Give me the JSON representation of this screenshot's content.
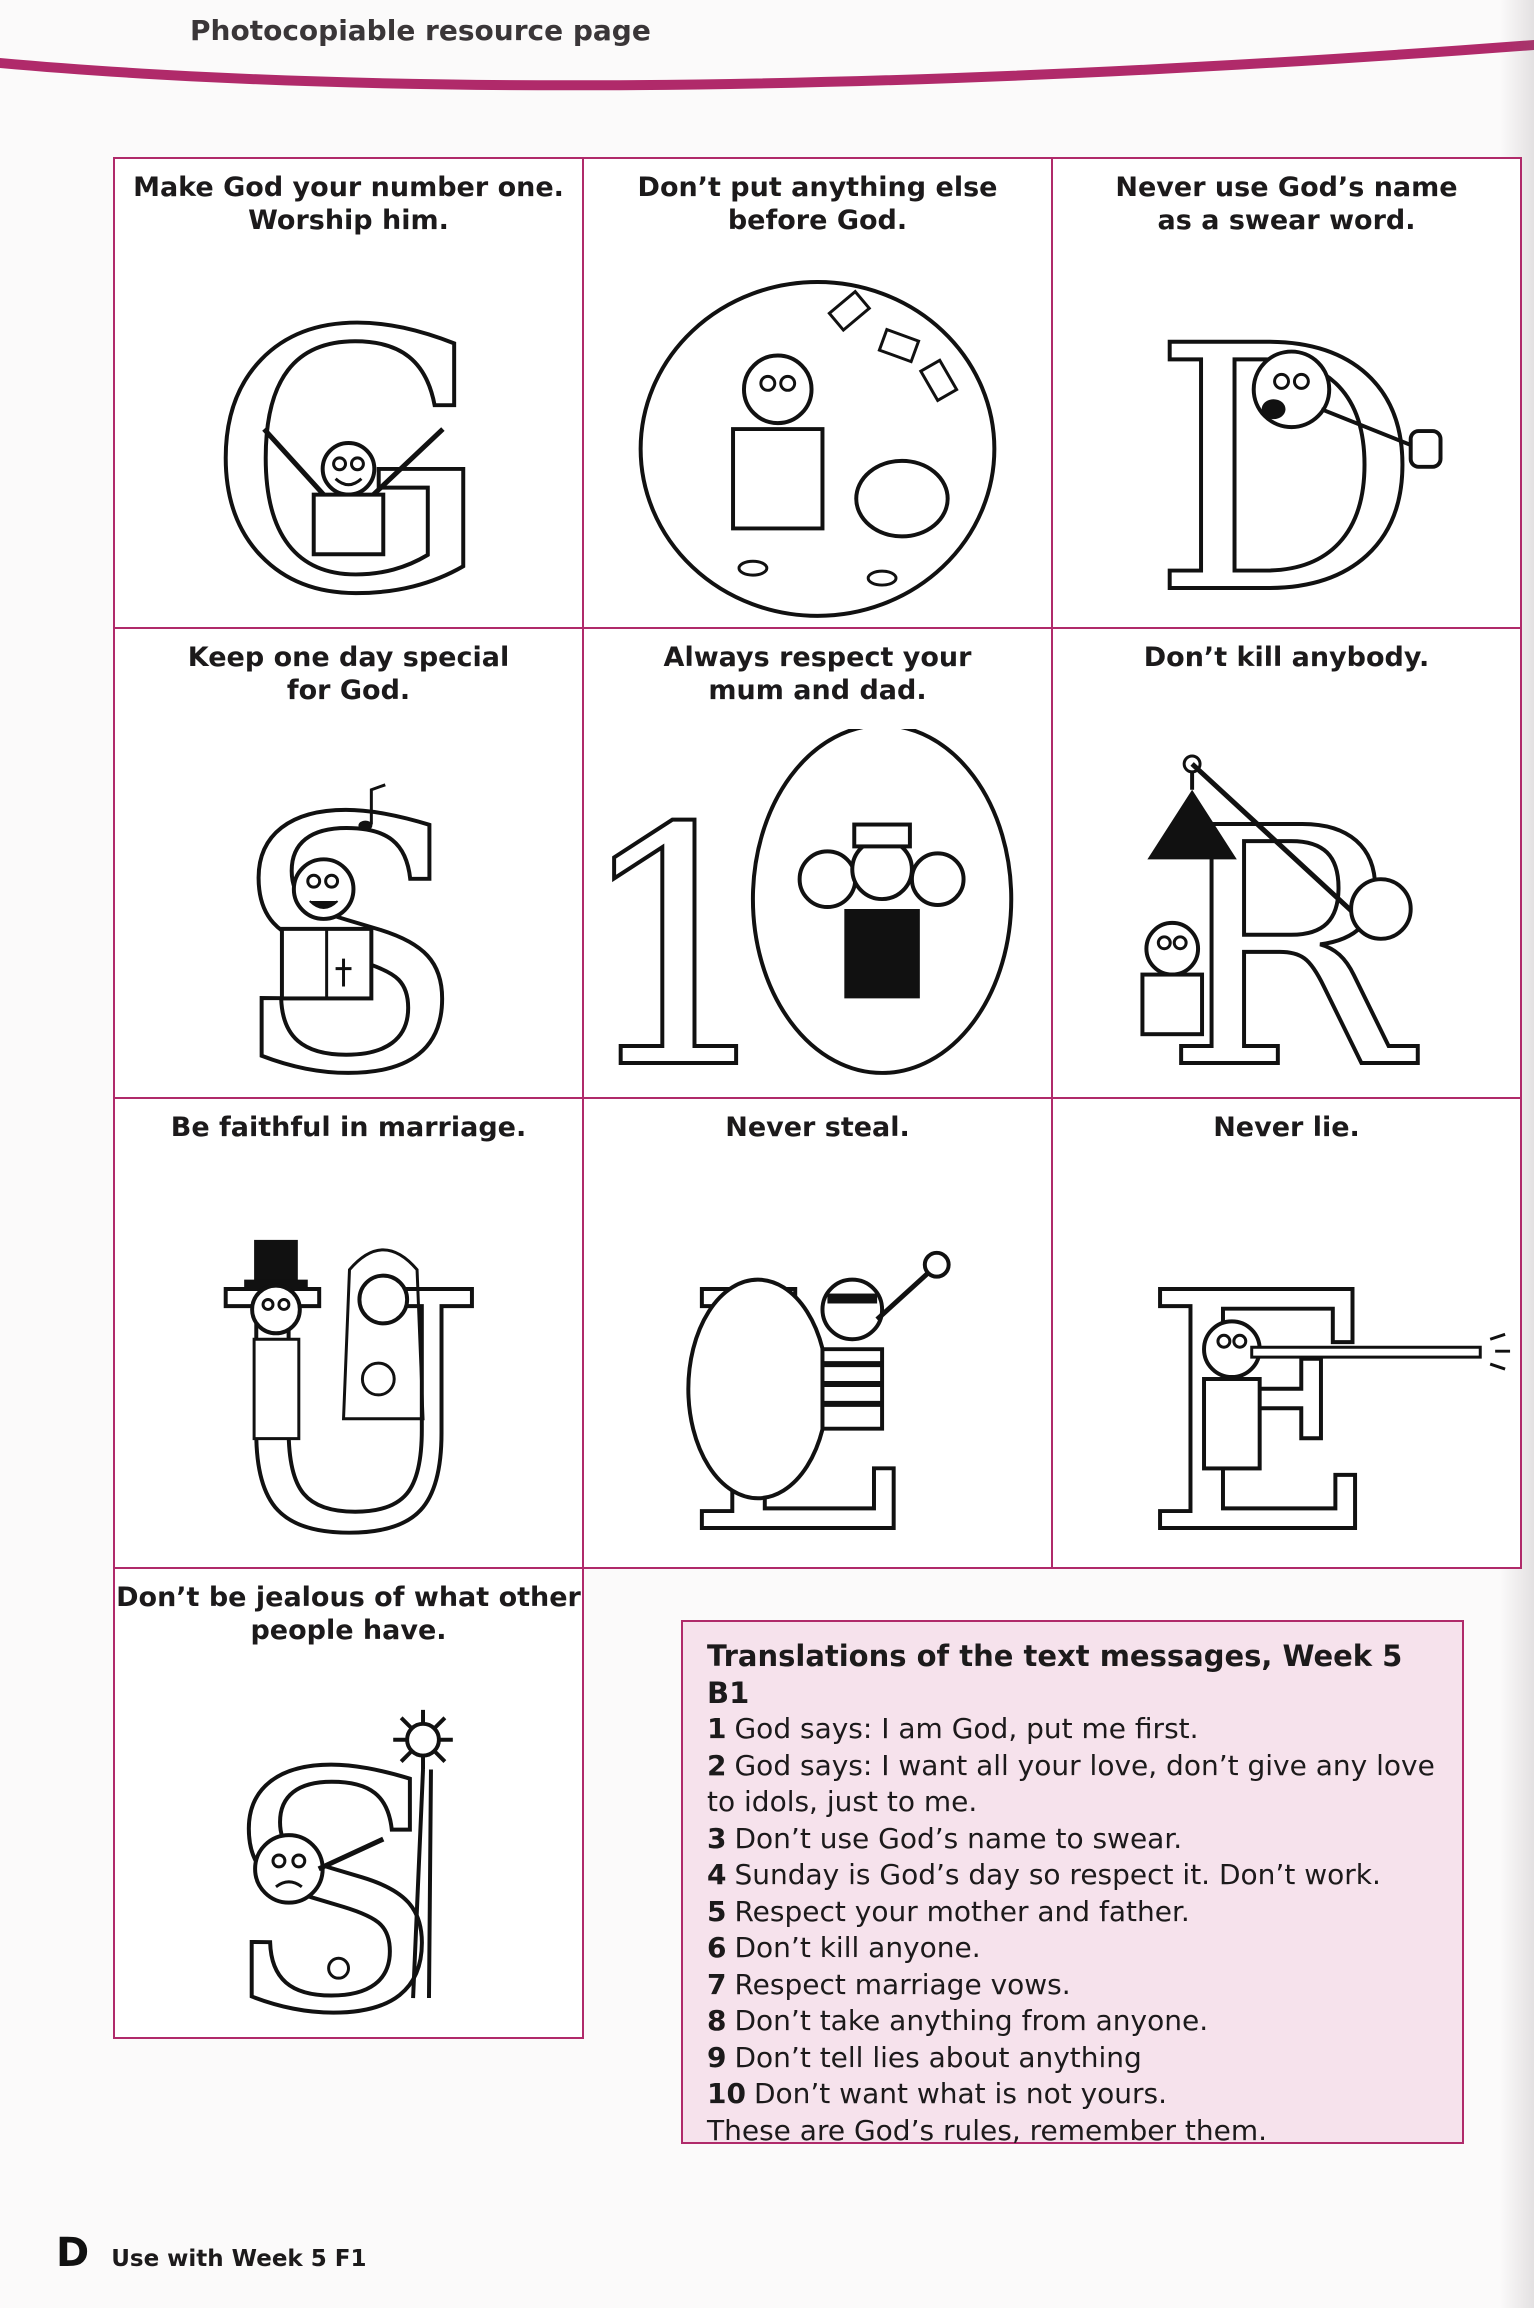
{
  "header": {
    "title": "Photocopiable resource page"
  },
  "cells": [
    {
      "caption": "Make God your number one.\nWorship him.",
      "letter": "G"
    },
    {
      "caption": "Don’t put anything else\nbefore God.",
      "letter": "O"
    },
    {
      "caption": "Never use God’s name\nas a swear word.",
      "letter": "D"
    },
    {
      "caption": "Keep one day special\nfor God.",
      "letter": "S"
    },
    {
      "caption": "Always respect your\nmum and dad.",
      "letter": "10"
    },
    {
      "caption": "Don’t kill anybody.",
      "letter": "R"
    },
    {
      "caption": "Be faithful in marriage.",
      "letter": "U"
    },
    {
      "caption": "Never steal.",
      "letter": "L"
    },
    {
      "caption": "Never lie.",
      "letter": "E"
    },
    {
      "caption": "Don’t be jealous of what other\npeople have.",
      "letter": "S"
    }
  ],
  "translations": {
    "title": "Translations of the text messages, Week 5 B1",
    "items": [
      {
        "num": "1",
        "text": "God says: I am God, put me first."
      },
      {
        "num": "2",
        "text": "God says: I want all your love, don’t give any love to idols, just to me."
      },
      {
        "num": "3",
        "text": "Don’t use God’s name to swear."
      },
      {
        "num": "4",
        "text": "Sunday is God’s day so respect it. Don’t work."
      },
      {
        "num": "5",
        "text": "Respect your mother and father."
      },
      {
        "num": "6",
        "text": "Don’t kill anyone."
      },
      {
        "num": "7",
        "text": "Respect marriage vows."
      },
      {
        "num": "8",
        "text": "Don’t take anything from anyone."
      },
      {
        "num": "9",
        "text": "Don’t tell lies about anything"
      },
      {
        "num": "10",
        "text": "Don’t want what is not yours."
      }
    ],
    "closing": "These are God’s rules, remember them."
  },
  "footer": {
    "letter": "D",
    "text": "Use with Week 5 F1"
  },
  "colors": {
    "accent": "#b02a6a",
    "box_fill": "#f6e2ec"
  }
}
